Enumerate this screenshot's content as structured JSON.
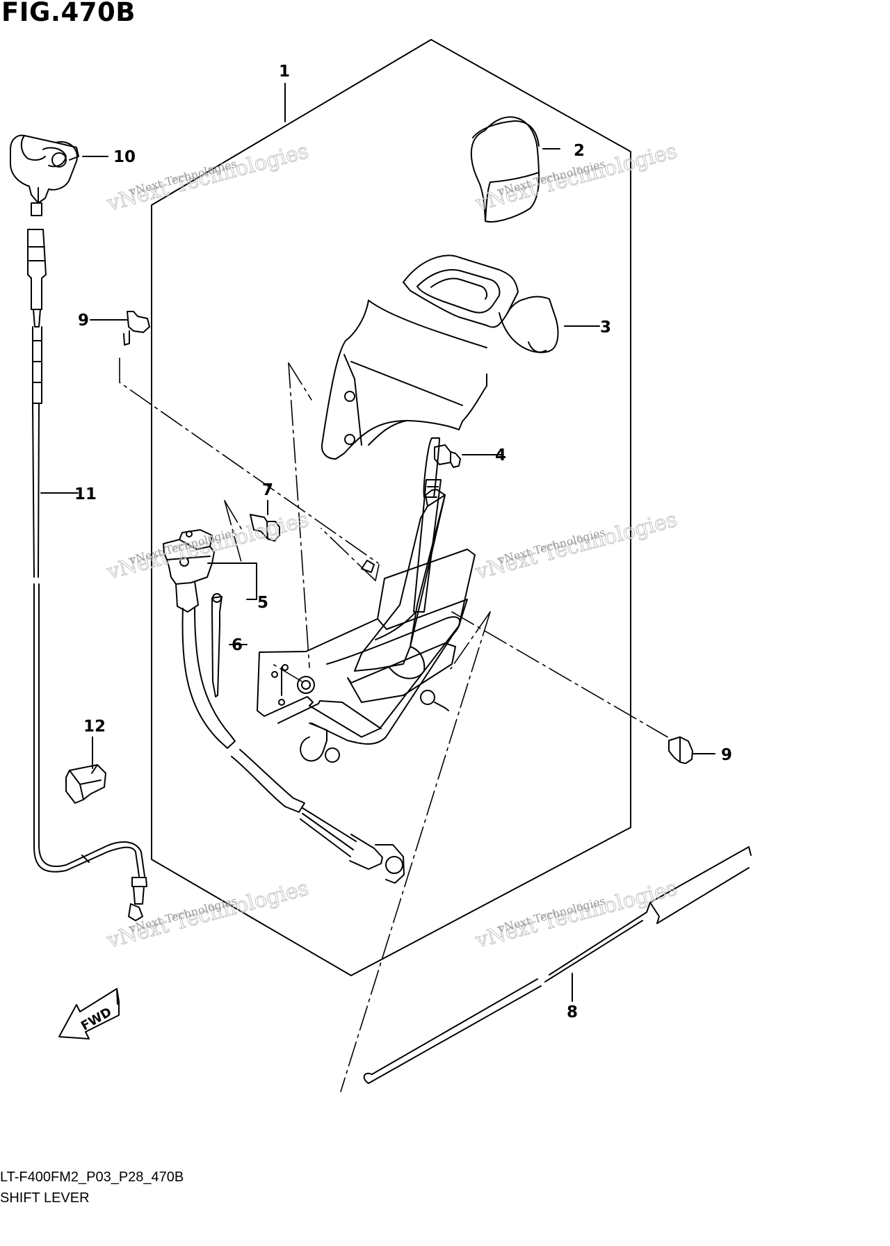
{
  "figure": {
    "title": "FIG.470B",
    "code": "LT-F400FM2_P03_P28_470B",
    "name": "SHIFT LEVER"
  },
  "callouts": [
    "1",
    "2",
    "3",
    "4",
    "5",
    "6",
    "7",
    "8",
    "9",
    "9",
    "10",
    "11",
    "12"
  ],
  "direction_marker": "FWD",
  "watermark": {
    "line1": "vNext Technologies",
    "line2": "vNext Technologies"
  }
}
